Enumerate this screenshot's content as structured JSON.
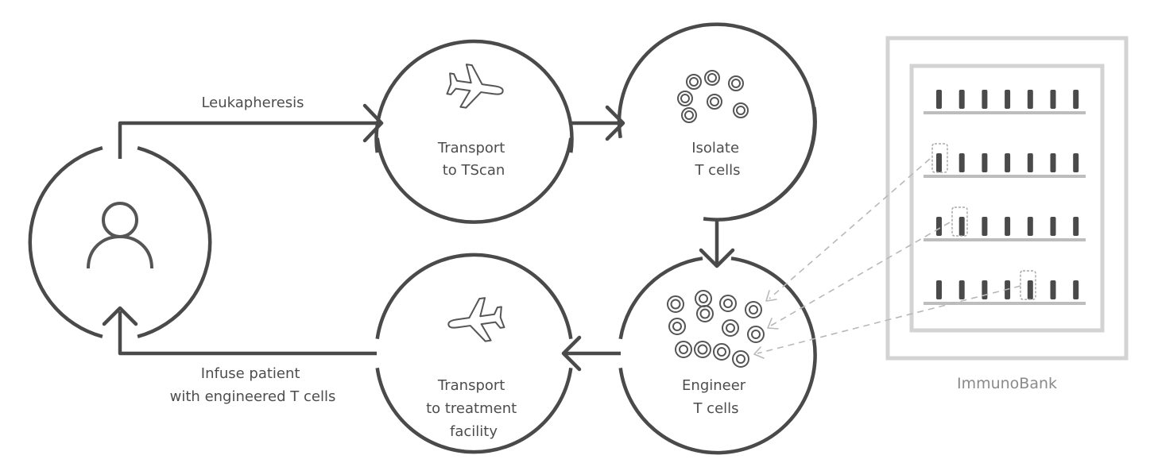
{
  "steps": {
    "leukapheresis": "Leukapheresis",
    "transport_tscan": [
      "Transport",
      "to TScan"
    ],
    "isolate": [
      "Isolate",
      "T cells"
    ],
    "engineer": [
      "Engineer",
      "T cells"
    ],
    "transport_facility": [
      "Transport",
      "to treatment",
      "facility"
    ],
    "infuse": [
      "Infuse patient",
      "with engineered T cells"
    ]
  },
  "bank": {
    "label": "ImmunoBank"
  },
  "icons": {
    "patient": "person-icon",
    "transport_out": "airplane-icon",
    "transport_back": "airplane-icon",
    "isolated_cells": "cell-cluster-icon",
    "engineered_cells": "engineered-cell-cluster-icon",
    "storage": "freezer-rack-icon"
  },
  "colors": {
    "stroke": "#4a4a4a",
    "text": "#4d4d4d",
    "bank_frame": "#d3d3d3",
    "dashed_link": "#b8b8b8"
  }
}
